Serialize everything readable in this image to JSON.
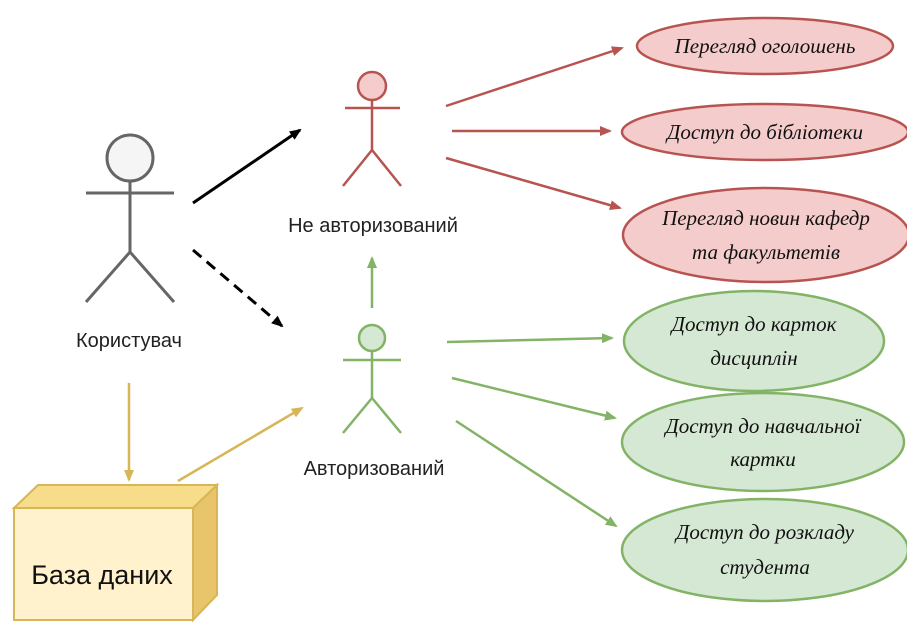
{
  "actors": {
    "user": "Користувач",
    "unauthorized": "Не авторизований",
    "authorized": "Авторизований"
  },
  "database": {
    "label": "База даних"
  },
  "use_cases": {
    "view_ads": [
      "Перегляд оголошень"
    ],
    "library": [
      "Доступ до бібліотеки"
    ],
    "dept_news": [
      "Перегляд новин кафедр",
      "та факультетів"
    ],
    "discipline_cards": [
      "Доступ до карток",
      "дисциплін"
    ],
    "study_card": [
      "Доступ до навчальної",
      "картки"
    ],
    "schedule": [
      "Доступ до розкладу",
      "студента"
    ]
  },
  "colors": {
    "red_fill": "#f5cccc",
    "red_stroke": "#b85450",
    "green_fill": "#d5e8d4",
    "green_stroke": "#82b366",
    "gold_fill": "#fff2cc",
    "gold_stroke": "#d6b656",
    "gray_fill": "#f5f5f5",
    "gray_stroke": "#666666"
  }
}
